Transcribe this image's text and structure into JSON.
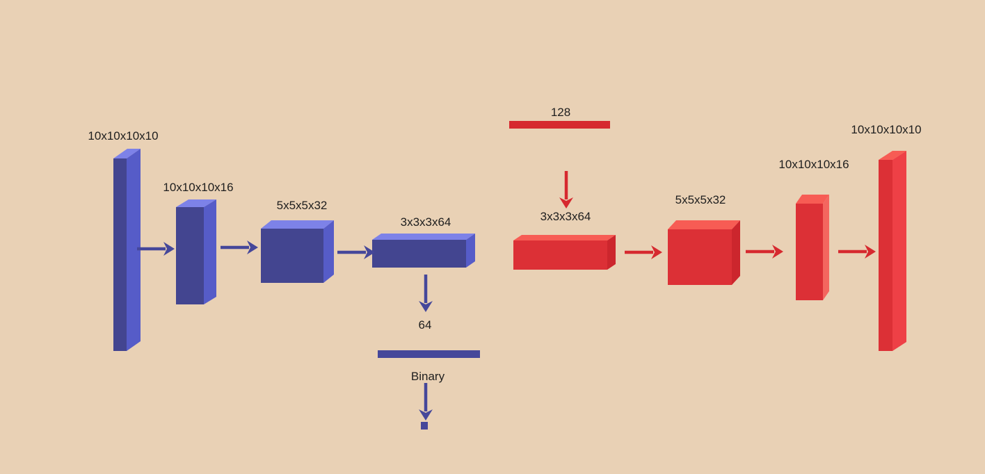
{
  "diagram": {
    "type": "3d-convolutional-autoencoder-architecture",
    "encoder": {
      "layers": [
        {
          "label": "10x10x10x10"
        },
        {
          "label": "10x10x10x16"
        },
        {
          "label": "5x5x5x32"
        },
        {
          "label": "3x3x3x64"
        }
      ],
      "latent": {
        "label": "64"
      },
      "binary": {
        "label": "Binary"
      }
    },
    "decoder": {
      "code": {
        "label": "128"
      },
      "layers": [
        {
          "label": "3x3x3x64"
        },
        {
          "label": "5x5x5x32"
        },
        {
          "label": "10x10x10x16"
        },
        {
          "label": "10x10x10x10"
        }
      ]
    }
  },
  "colors": {
    "background": "#e9d1b5",
    "text": "#1e1e1e",
    "blue_front": "#434590",
    "blue_side": "#565cc8",
    "blue_top": "#7d82e8",
    "blue_accent": "#45479a",
    "red_front": "#dc3036",
    "red_side_dark": "#cc262d",
    "red_side_mid": "#ee4046",
    "red_side_light": "#f4665f",
    "red_top": "#f75c54",
    "red_accent": "#d6292f"
  }
}
